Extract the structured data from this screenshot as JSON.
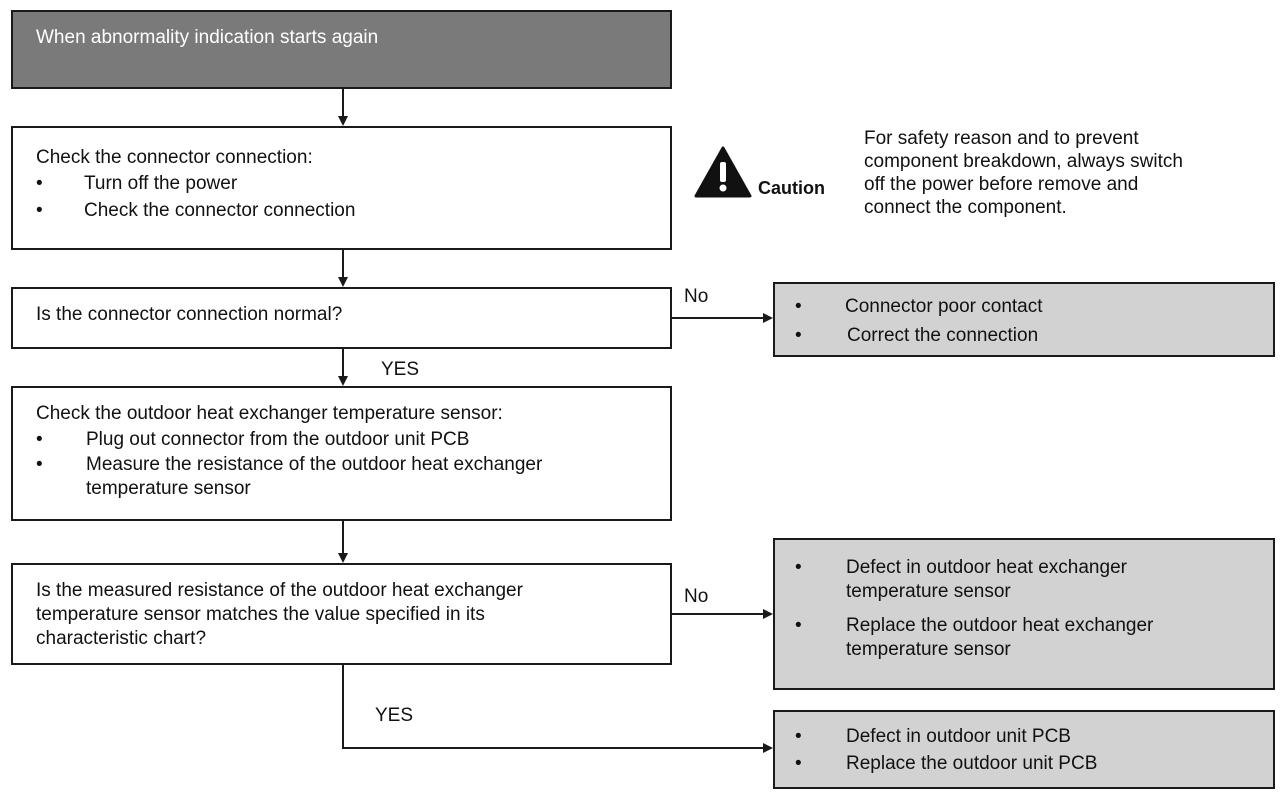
{
  "start": {
    "text": "When abnormality indication starts again"
  },
  "step1": {
    "title": "Check the connector connection:",
    "bullets": [
      "Turn off the power",
      "Check the connector connection"
    ]
  },
  "caution": {
    "label": "Caution",
    "lines": [
      "For safety reason and to prevent",
      "component breakdown, always switch",
      "off the power before remove and",
      "connect the component."
    ]
  },
  "decision1": {
    "question": "Is the connector connection normal?",
    "no_label": "No",
    "yes_label": "YES"
  },
  "result1": {
    "bullets": [
      "Connector poor contact",
      "Correct the connection"
    ]
  },
  "step2": {
    "title": "Check the outdoor heat exchanger temperature sensor:",
    "bullets": [
      [
        "Plug out connector from the outdoor unit PCB"
      ],
      [
        "Measure the resistance of the outdoor heat exchanger",
        "temperature sensor"
      ]
    ]
  },
  "decision2": {
    "lines": [
      "Is the measured resistance of the outdoor heat exchanger",
      "temperature sensor matches the value specified in its",
      "characteristic chart?"
    ],
    "no_label": "No",
    "yes_label": "YES"
  },
  "result2": {
    "bullets": [
      [
        "Defect in outdoor heat exchanger",
        "temperature sensor"
      ],
      [
        "Replace the outdoor heat exchanger",
        "temperature sensor"
      ]
    ]
  },
  "result3": {
    "bullets": [
      "Defect in outdoor unit PCB",
      "Replace the outdoor unit PCB"
    ]
  },
  "bullet_glyph": "•"
}
